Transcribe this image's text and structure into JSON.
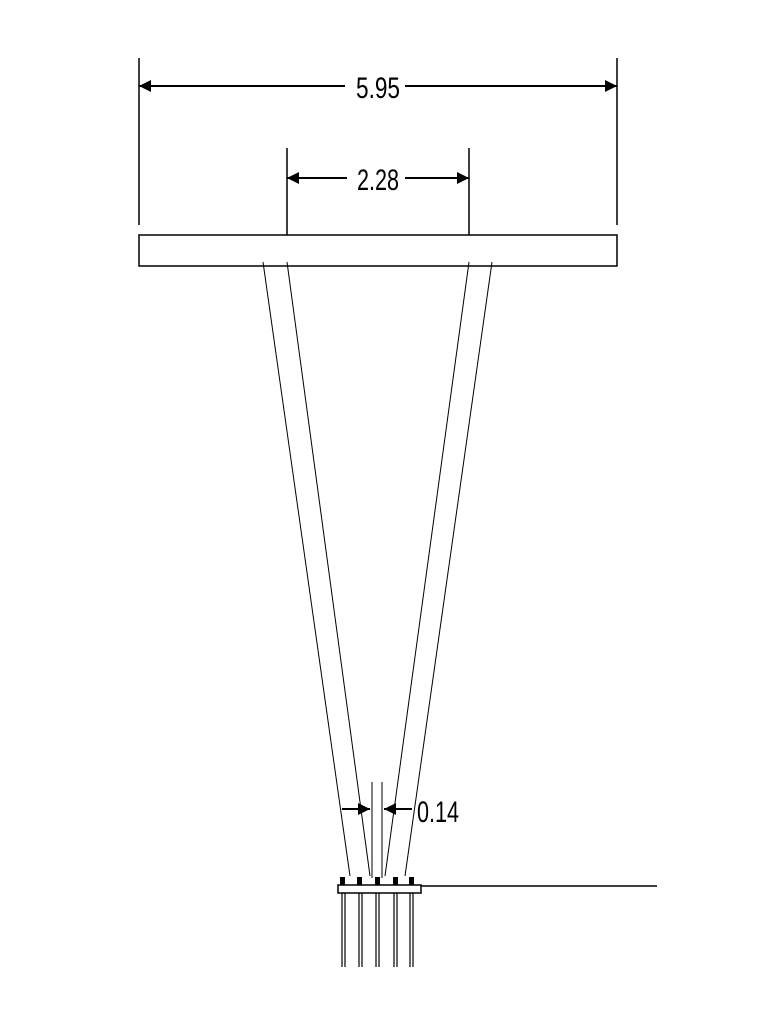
{
  "drawing": {
    "dimensions": {
      "overall_width": "5.95",
      "inner_width": "2.28",
      "base_gap": "0.14"
    },
    "colors": {
      "line": "#000000",
      "background": "#ffffff"
    }
  }
}
